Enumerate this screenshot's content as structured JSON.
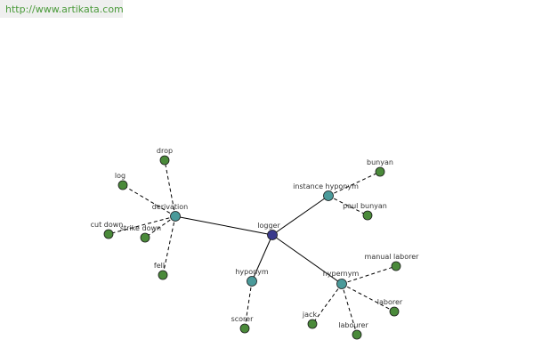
{
  "header": {
    "url": "http://www.artikata.com"
  },
  "colors": {
    "root": "#3a3a8c",
    "relation": "#4a9a9a",
    "leaf": "#4a8a3a",
    "edge": "#000000",
    "url_text": "#4a9a3a",
    "url_bg": "#efefef"
  },
  "graph": {
    "nodes": [
      {
        "id": "logger",
        "label": "logger",
        "kind": "root"
      },
      {
        "id": "derivation",
        "label": "derivation",
        "kind": "relation"
      },
      {
        "id": "instance_hyponym",
        "label": "instance hyponym",
        "kind": "relation"
      },
      {
        "id": "hyponym",
        "label": "hyponym",
        "kind": "relation"
      },
      {
        "id": "hypernym",
        "label": "hypernym",
        "kind": "relation"
      },
      {
        "id": "drop",
        "label": "drop",
        "kind": "leaf"
      },
      {
        "id": "log",
        "label": "log",
        "kind": "leaf"
      },
      {
        "id": "cut_down",
        "label": "cut down",
        "kind": "leaf"
      },
      {
        "id": "strike_down",
        "label": "strike down",
        "kind": "leaf"
      },
      {
        "id": "fell",
        "label": "fell",
        "kind": "leaf"
      },
      {
        "id": "bunyan",
        "label": "bunyan",
        "kind": "leaf"
      },
      {
        "id": "paul_bunyan",
        "label": "paul bunyan",
        "kind": "leaf"
      },
      {
        "id": "scorer",
        "label": "scorer",
        "kind": "leaf"
      },
      {
        "id": "manual_laborer",
        "label": "manual laborer",
        "kind": "leaf"
      },
      {
        "id": "laborer",
        "label": "laborer",
        "kind": "leaf"
      },
      {
        "id": "labourer",
        "label": "labourer",
        "kind": "leaf"
      },
      {
        "id": "jack",
        "label": "jack",
        "kind": "leaf"
      }
    ],
    "edges": [
      {
        "from": "logger",
        "to": "derivation",
        "style": "solid"
      },
      {
        "from": "logger",
        "to": "instance_hyponym",
        "style": "solid"
      },
      {
        "from": "logger",
        "to": "hyponym",
        "style": "solid"
      },
      {
        "from": "logger",
        "to": "hypernym",
        "style": "solid"
      },
      {
        "from": "derivation",
        "to": "drop",
        "style": "dashed"
      },
      {
        "from": "derivation",
        "to": "log",
        "style": "dashed"
      },
      {
        "from": "derivation",
        "to": "cut_down",
        "style": "dashed"
      },
      {
        "from": "derivation",
        "to": "strike_down",
        "style": "dashed"
      },
      {
        "from": "derivation",
        "to": "fell",
        "style": "dashed"
      },
      {
        "from": "instance_hyponym",
        "to": "bunyan",
        "style": "dashed"
      },
      {
        "from": "instance_hyponym",
        "to": "paul_bunyan",
        "style": "dashed"
      },
      {
        "from": "hyponym",
        "to": "scorer",
        "style": "dashed"
      },
      {
        "from": "hypernym",
        "to": "manual_laborer",
        "style": "dashed"
      },
      {
        "from": "hypernym",
        "to": "laborer",
        "style": "dashed"
      },
      {
        "from": "hypernym",
        "to": "labourer",
        "style": "dashed"
      },
      {
        "from": "hypernym",
        "to": "jack",
        "style": "dashed"
      }
    ]
  }
}
